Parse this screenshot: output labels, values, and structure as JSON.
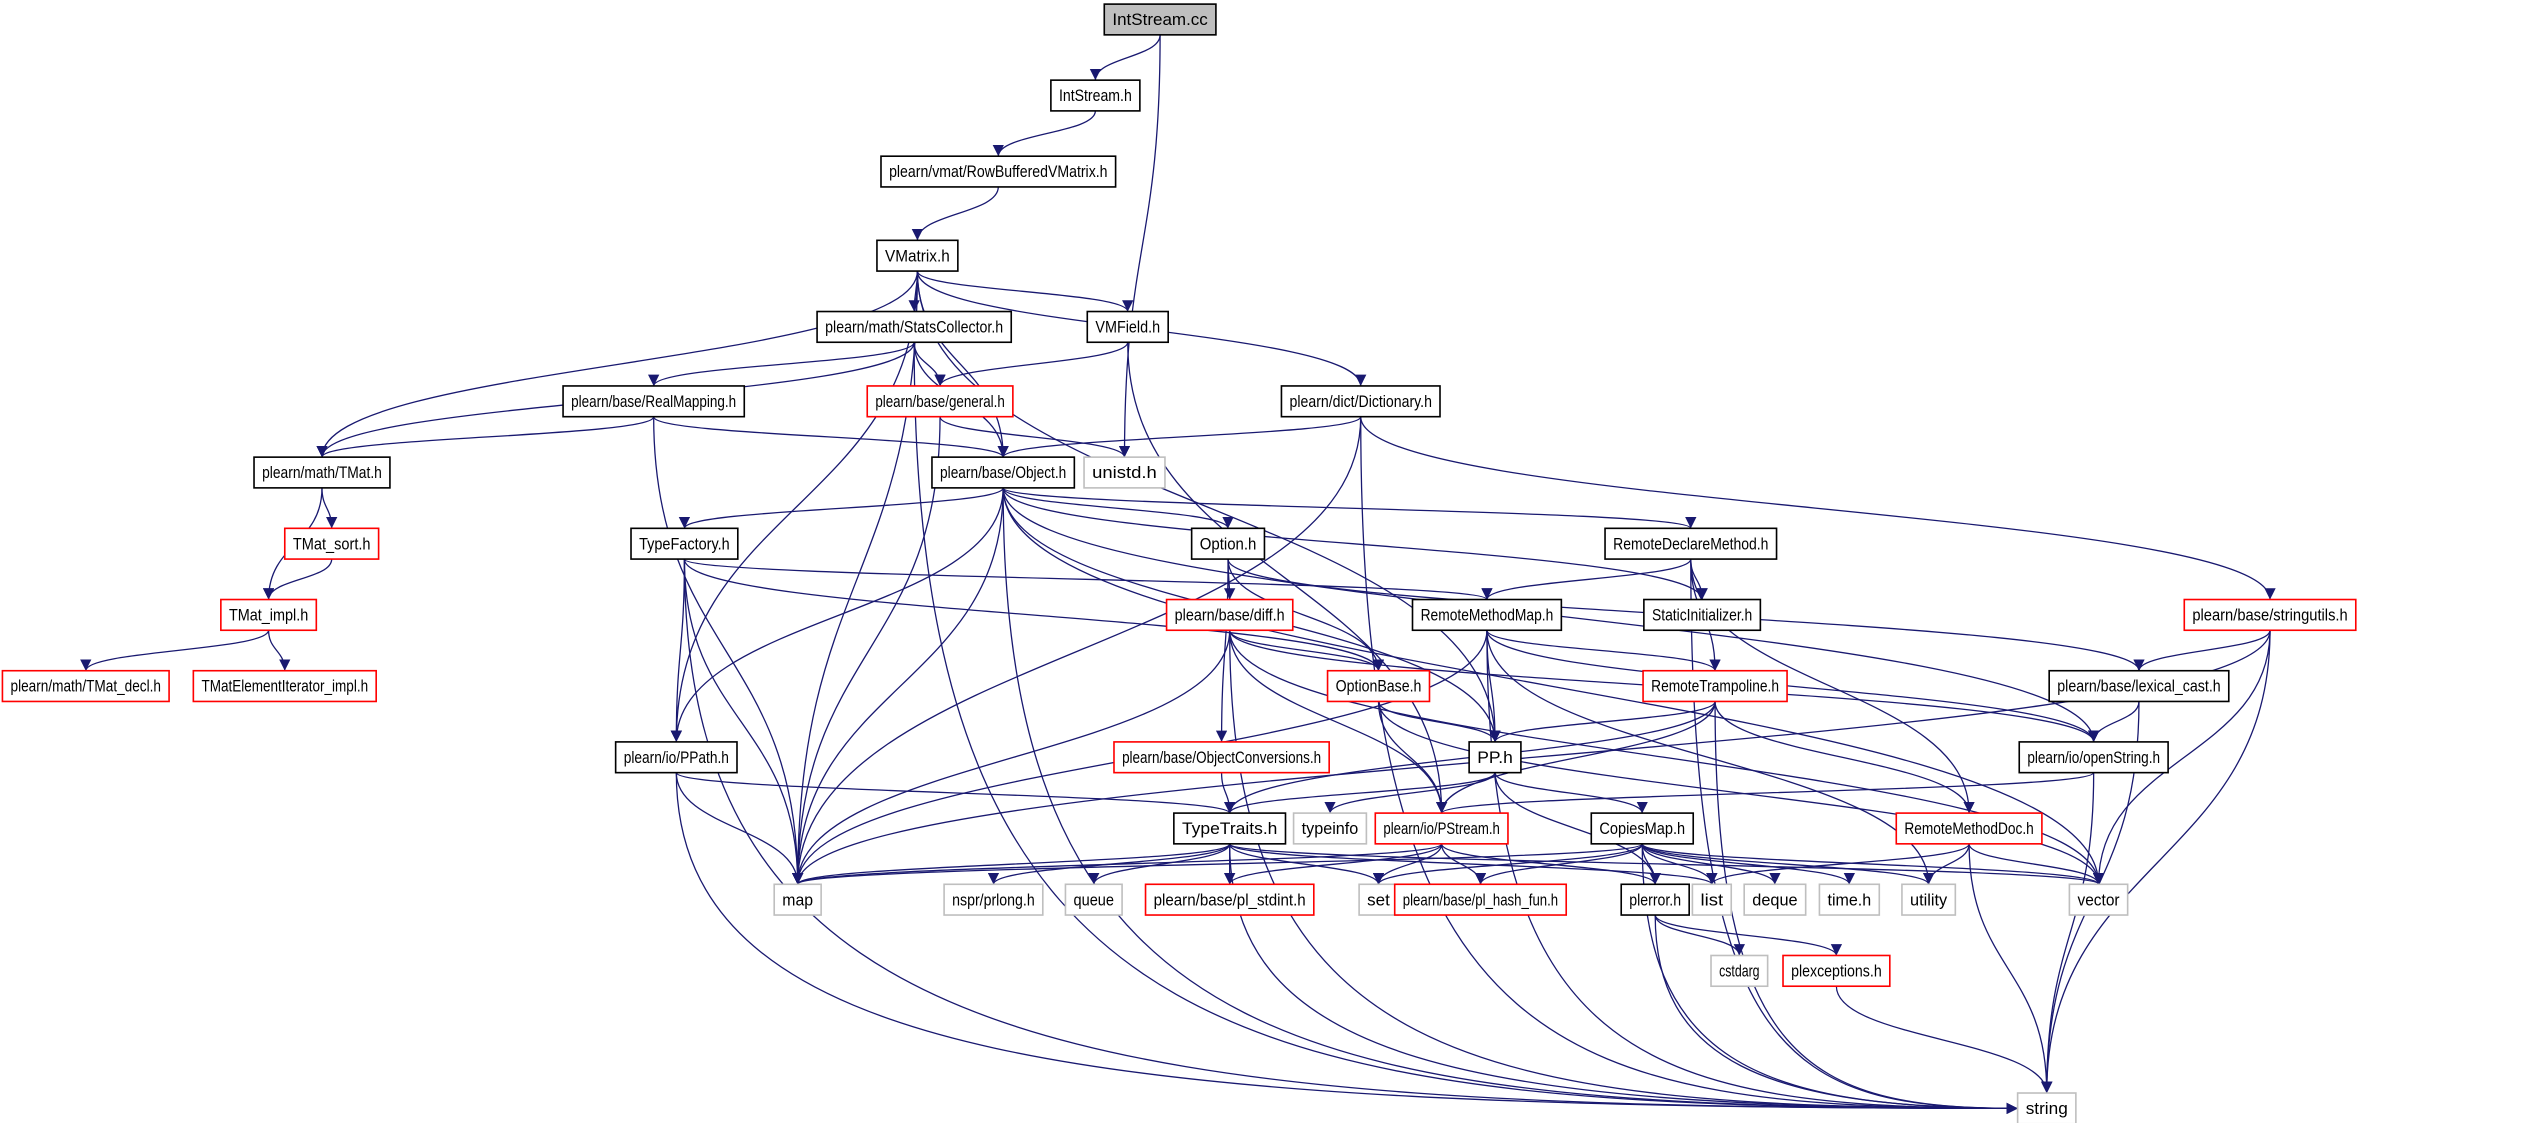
{
  "colors": {
    "edge": "#191970",
    "documented_border": "#000000",
    "truncated_border": "#ff0000",
    "external_border": "#bfbfbf",
    "root_fill": "#bfbfbf"
  },
  "nodes": [
    {
      "label": "IntStream.cc",
      "kind": "root"
    },
    {
      "label": "IntStream.h",
      "kind": "doc"
    },
    {
      "label": "plearn/vmat/RowBufferedVMatrix.h",
      "kind": "doc"
    },
    {
      "label": "VMatrix.h",
      "kind": "doc"
    },
    {
      "label": "plearn/math/StatsCollector.h",
      "kind": "doc"
    },
    {
      "label": "VMField.h",
      "kind": "doc"
    },
    {
      "label": "plearn/base/RealMapping.h",
      "kind": "doc"
    },
    {
      "label": "plearn/base/general.h",
      "kind": "truncated"
    },
    {
      "label": "plearn/dict/Dictionary.h",
      "kind": "doc"
    },
    {
      "label": "plearn/math/TMat.h",
      "kind": "doc"
    },
    {
      "label": "plearn/base/Object.h",
      "kind": "doc"
    },
    {
      "label": "unistd.h",
      "kind": "external"
    },
    {
      "label": "TMat_sort.h",
      "kind": "truncated"
    },
    {
      "label": "TypeFactory.h",
      "kind": "doc"
    },
    {
      "label": "Option.h",
      "kind": "doc"
    },
    {
      "label": "RemoteDeclareMethod.h",
      "kind": "doc"
    },
    {
      "label": "TMat_impl.h",
      "kind": "truncated"
    },
    {
      "label": "plearn/base/diff.h",
      "kind": "truncated"
    },
    {
      "label": "RemoteMethodMap.h",
      "kind": "doc"
    },
    {
      "label": "StaticInitializer.h",
      "kind": "doc"
    },
    {
      "label": "plearn/base/stringutils.h",
      "kind": "truncated"
    },
    {
      "label": "plearn/math/TMat_decl.h",
      "kind": "truncated"
    },
    {
      "label": "TMatElementIterator_impl.h",
      "kind": "truncated"
    },
    {
      "label": "OptionBase.h",
      "kind": "truncated"
    },
    {
      "label": "RemoteTrampoline.h",
      "kind": "truncated"
    },
    {
      "label": "plearn/base/lexical_cast.h",
      "kind": "doc"
    },
    {
      "label": "plearn/io/PPath.h",
      "kind": "doc"
    },
    {
      "label": "plearn/base/ObjectConversions.h",
      "kind": "truncated"
    },
    {
      "label": "PP.h",
      "kind": "doc"
    },
    {
      "label": "plearn/io/openString.h",
      "kind": "doc"
    },
    {
      "label": "TypeTraits.h",
      "kind": "doc"
    },
    {
      "label": "typeinfo",
      "kind": "external"
    },
    {
      "label": "plearn/io/PStream.h",
      "kind": "truncated"
    },
    {
      "label": "CopiesMap.h",
      "kind": "doc"
    },
    {
      "label": "RemoteMethodDoc.h",
      "kind": "truncated"
    },
    {
      "label": "map",
      "kind": "external"
    },
    {
      "label": "nspr/prlong.h",
      "kind": "external"
    },
    {
      "label": "queue",
      "kind": "external"
    },
    {
      "label": "plearn/base/pl_stdint.h",
      "kind": "truncated"
    },
    {
      "label": "set",
      "kind": "external"
    },
    {
      "label": "plearn/base/pl_hash_fun.h",
      "kind": "truncated"
    },
    {
      "label": "plerror.h",
      "kind": "doc"
    },
    {
      "label": "list",
      "kind": "external"
    },
    {
      "label": "deque",
      "kind": "external"
    },
    {
      "label": "time.h",
      "kind": "external"
    },
    {
      "label": "utility",
      "kind": "external"
    },
    {
      "label": "vector",
      "kind": "external"
    },
    {
      "label": "cstdarg",
      "kind": "external"
    },
    {
      "label": "plexceptions.h",
      "kind": "truncated"
    },
    {
      "label": "string",
      "kind": "external"
    }
  ],
  "edges": [
    [
      "IntStream.cc",
      "IntStream.h"
    ],
    [
      "IntStream.cc",
      "unistd.h"
    ],
    [
      "IntStream.h",
      "plearn/vmat/RowBufferedVMatrix.h"
    ],
    [
      "plearn/vmat/RowBufferedVMatrix.h",
      "VMatrix.h"
    ],
    [
      "VMatrix.h",
      "plearn/math/TMat.h"
    ],
    [
      "VMatrix.h",
      "map"
    ],
    [
      "VMatrix.h",
      "plearn/io/PPath.h"
    ],
    [
      "VMatrix.h",
      "PP.h"
    ],
    [
      "VMatrix.h",
      "plearn/math/StatsCollector.h"
    ],
    [
      "VMatrix.h",
      "plearn/base/Object.h"
    ],
    [
      "VMatrix.h",
      "VMField.h"
    ],
    [
      "VMatrix.h",
      "plearn/dict/Dictionary.h"
    ],
    [
      "plearn/math/StatsCollector.h",
      "plearn/math/TMat.h"
    ],
    [
      "plearn/math/StatsCollector.h",
      "plearn/base/RealMapping.h"
    ],
    [
      "plearn/math/StatsCollector.h",
      "plearn/base/general.h"
    ],
    [
      "plearn/math/StatsCollector.h",
      "plearn/base/Object.h"
    ],
    [
      "plearn/math/StatsCollector.h",
      "string"
    ],
    [
      "VMField.h",
      "plearn/base/general.h"
    ],
    [
      "VMField.h",
      "plearn/io/PStream.h"
    ],
    [
      "plearn/base/RealMapping.h",
      "plearn/math/TMat.h"
    ],
    [
      "plearn/base/RealMapping.h",
      "plearn/base/Object.h"
    ],
    [
      "plearn/base/RealMapping.h",
      "map"
    ],
    [
      "plearn/base/general.h",
      "unistd.h"
    ],
    [
      "plearn/base/general.h",
      "map"
    ],
    [
      "plearn/dict/Dictionary.h",
      "plearn/base/Object.h"
    ],
    [
      "plearn/dict/Dictionary.h",
      "map"
    ],
    [
      "plearn/dict/Dictionary.h",
      "plearn/base/stringutils.h"
    ],
    [
      "plearn/dict/Dictionary.h",
      "string"
    ],
    [
      "plearn/math/TMat.h",
      "TMat_sort.h"
    ],
    [
      "plearn/math/TMat.h",
      "TMat_impl.h"
    ],
    [
      "TMat_sort.h",
      "TMat_impl.h"
    ],
    [
      "TMat_impl.h",
      "plearn/math/TMat_decl.h"
    ],
    [
      "TMat_impl.h",
      "TMatElementIterator_impl.h"
    ],
    [
      "plearn/base/Object.h",
      "TypeFactory.h"
    ],
    [
      "plearn/base/Object.h",
      "plearn/io/PPath.h"
    ],
    [
      "plearn/base/Object.h",
      "map"
    ],
    [
      "plearn/base/Object.h",
      "PP.h"
    ],
    [
      "plearn/base/Object.h",
      "Option.h"
    ],
    [
      "plearn/base/Object.h",
      "RemoteDeclareMethod.h"
    ],
    [
      "plearn/base/Object.h",
      "StaticInitializer.h"
    ],
    [
      "plearn/base/Object.h",
      "plearn/io/openString.h"
    ],
    [
      "plearn/base/Object.h",
      "string"
    ],
    [
      "plearn/base/Object.h",
      "vector"
    ],
    [
      "TypeFactory.h",
      "plearn/io/PPath.h"
    ],
    [
      "TypeFactory.h",
      "map"
    ],
    [
      "TypeFactory.h",
      "string"
    ],
    [
      "TypeFactory.h",
      "RemoteMethodMap.h"
    ],
    [
      "TypeFactory.h",
      "OptionBase.h"
    ],
    [
      "Option.h",
      "plearn/base/diff.h"
    ],
    [
      "Option.h",
      "OptionBase.h"
    ],
    [
      "Option.h",
      "plearn/base/ObjectConversions.h"
    ],
    [
      "Option.h",
      "plearn/base/lexical_cast.h"
    ],
    [
      "RemoteDeclareMethod.h",
      "RemoteMethodMap.h"
    ],
    [
      "RemoteDeclareMethod.h",
      "StaticInitializer.h"
    ],
    [
      "RemoteDeclareMethod.h",
      "RemoteTrampoline.h"
    ],
    [
      "RemoteDeclareMethod.h",
      "RemoteMethodDoc.h"
    ],
    [
      "RemoteDeclareMethod.h",
      "string"
    ],
    [
      "plearn/base/diff.h",
      "OptionBase.h"
    ],
    [
      "plearn/base/diff.h",
      "map"
    ],
    [
      "plearn/base/diff.h",
      "plearn/io/PStream.h"
    ],
    [
      "plearn/base/diff.h",
      "string"
    ],
    [
      "plearn/base/diff.h",
      "plearn/io/openString.h"
    ],
    [
      "plearn/base/diff.h",
      "vector"
    ],
    [
      "RemoteMethodMap.h",
      "PP.h"
    ],
    [
      "RemoteMethodMap.h",
      "RemoteTrampoline.h"
    ],
    [
      "RemoteMethodMap.h",
      "map"
    ],
    [
      "RemoteMethodMap.h",
      "string"
    ],
    [
      "RemoteMethodMap.h",
      "plearn/io/openString.h"
    ],
    [
      "RemoteMethodMap.h",
      "utility"
    ],
    [
      "plearn/base/stringutils.h",
      "plearn/base/lexical_cast.h"
    ],
    [
      "plearn/base/stringutils.h",
      "vector"
    ],
    [
      "plearn/base/stringutils.h",
      "string"
    ],
    [
      "plearn/base/stringutils.h",
      "map"
    ],
    [
      "OptionBase.h",
      "PP.h"
    ],
    [
      "OptionBase.h",
      "plearn/io/PStream.h"
    ],
    [
      "OptionBase.h",
      "vector"
    ],
    [
      "RemoteTrampoline.h",
      "PP.h"
    ],
    [
      "RemoteTrampoline.h",
      "TypeTraits.h"
    ],
    [
      "RemoteTrampoline.h",
      "plearn/io/PStream.h"
    ],
    [
      "RemoteTrampoline.h",
      "RemoteMethodDoc.h"
    ],
    [
      "RemoteTrampoline.h",
      "string"
    ],
    [
      "plearn/base/lexical_cast.h",
      "plearn/io/openString.h"
    ],
    [
      "plearn/base/lexical_cast.h",
      "string"
    ],
    [
      "plearn/io/PPath.h",
      "TypeTraits.h"
    ],
    [
      "plearn/io/PPath.h",
      "map"
    ],
    [
      "plearn/io/PPath.h",
      "string"
    ],
    [
      "plearn/base/ObjectConversions.h",
      "TypeTraits.h"
    ],
    [
      "PP.h",
      "TypeTraits.h"
    ],
    [
      "PP.h",
      "typeinfo"
    ],
    [
      "PP.h",
      "CopiesMap.h"
    ],
    [
      "PP.h",
      "plerror.h"
    ],
    [
      "plearn/io/openString.h",
      "plearn/io/PStream.h"
    ],
    [
      "plearn/io/openString.h",
      "string"
    ],
    [
      "TypeTraits.h",
      "map"
    ],
    [
      "TypeTraits.h",
      "nspr/prlong.h"
    ],
    [
      "TypeTraits.h",
      "queue"
    ],
    [
      "TypeTraits.h",
      "plearn/base/pl_stdint.h"
    ],
    [
      "TypeTraits.h",
      "set"
    ],
    [
      "TypeTraits.h",
      "list"
    ],
    [
      "TypeTraits.h",
      "vector"
    ],
    [
      "TypeTraits.h",
      "string"
    ],
    [
      "plearn/io/PStream.h",
      "map"
    ],
    [
      "plearn/io/PStream.h",
      "plearn/base/pl_stdint.h"
    ],
    [
      "plearn/io/PStream.h",
      "set"
    ],
    [
      "plearn/io/PStream.h",
      "plearn/base/pl_hash_fun.h"
    ],
    [
      "plearn/io/PStream.h",
      "plerror.h"
    ],
    [
      "CopiesMap.h",
      "map"
    ],
    [
      "CopiesMap.h",
      "set"
    ],
    [
      "CopiesMap.h",
      "plearn/base/pl_hash_fun.h"
    ],
    [
      "CopiesMap.h",
      "plerror.h"
    ],
    [
      "CopiesMap.h",
      "list"
    ],
    [
      "CopiesMap.h",
      "deque"
    ],
    [
      "CopiesMap.h",
      "time.h"
    ],
    [
      "CopiesMap.h",
      "utility"
    ],
    [
      "CopiesMap.h",
      "vector"
    ],
    [
      "CopiesMap.h",
      "string"
    ],
    [
      "RemoteMethodDoc.h",
      "list"
    ],
    [
      "RemoteMethodDoc.h",
      "utility"
    ],
    [
      "RemoteMethodDoc.h",
      "vector"
    ],
    [
      "RemoteMethodDoc.h",
      "string"
    ],
    [
      "plerror.h",
      "cstdarg"
    ],
    [
      "plerror.h",
      "plexceptions.h"
    ],
    [
      "plerror.h",
      "string"
    ],
    [
      "plexceptions.h",
      "string"
    ]
  ]
}
